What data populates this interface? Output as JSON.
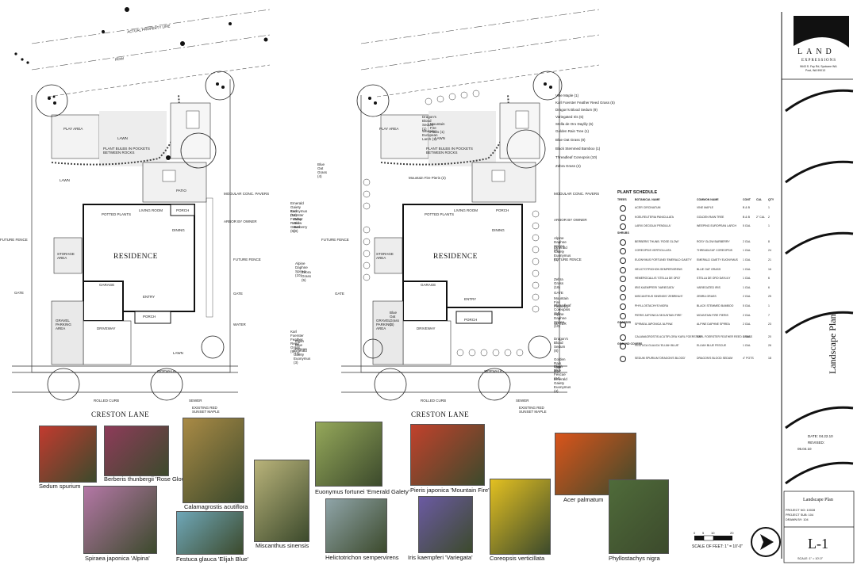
{
  "sheet_title": "Landscape Plan",
  "sheet_number": "L-1",
  "street": "CRESTON LANE",
  "company": {
    "name": "LAND",
    "subname": "EXPRESSIONS",
    "address": "9643 S. Fay Rd, Spokane WA",
    "city": "Post, WA 99013"
  },
  "title_block": {
    "date": "DATE: 04.22.10",
    "revised_label": "REVISED:",
    "revised_date": "05.04.10",
    "plan_title": "Landscape Plan",
    "project_no": "PROJECT NO: 10028",
    "project_sub": "PROJECT SUB: 104",
    "drawn_by": "DRAWN BY: 104",
    "scale": "SCALE: 1\" = 10'-0\""
  },
  "plan_left": {
    "labels": {
      "play_area": "PLAY AREA",
      "lawn1": "LAWN",
      "boulders": "PLANT BULBS IN POCKETS BETWEEN ROCKS",
      "lawn2": "LAWN",
      "patio": "PATIO",
      "potted": "POTTED PLANTS",
      "living": "LIVING ROOM",
      "porch": "PORCH",
      "dining": "DINING",
      "residence": "RESIDENCE",
      "garage": "GARAGE",
      "entry": "ENTRY",
      "storage": "STORAGE AREA",
      "gravel": "GRAVEL PARKING AREA",
      "driveway": "DRIVEWAY",
      "porch2": "PORCH",
      "lawn3": "LAWN",
      "sidewalk": "SIDEWALK",
      "future_fence": "FUTURE FENCE",
      "gate": "GATE",
      "modular": "MODULAR CONC. PAVERS",
      "arbor": "ARBOR BY OWNER",
      "future_fence2": "FUTURE FENCE",
      "gate2": "GATE",
      "water": "WATER",
      "rolled_curb": "ROLLED CURB",
      "sewer": "SEWER",
      "maple": "EXISTING RED SUNSET MAPLE",
      "row": "ROW",
      "setback": "ACTUAL PROPERTY LINE"
    }
  },
  "plan_right": {
    "callouts": [
      "Vine Maple (1)",
      "Karl Foerster Feather Reed Grass (5)",
      "Dragon's Blood Sedum (9)",
      "Variegated Iris (6)",
      "Stella de Oro Daylily (6)",
      "Golden Rain Tree (1)",
      "Blue Oat Grass (8)",
      "Black Stemmed Bamboo (1)",
      "Threadleaf Coreopsis (10)",
      "Zebra Grass (4)"
    ],
    "callouts_left_top": [
      "Dragon's Blood Sedum (1)",
      "Mountain Fire Pieris (1)",
      "Weeping European Larch (1)"
    ],
    "callouts_left": [
      "Blue Oat Grass (4)",
      "Emerald Gaiety Euonymus (12)",
      "Karl Foerster Feather Reed Grass (6)",
      "Rosy Glow Barberry (8)",
      "Alpine Daphne Spirea (10)",
      "Zebra Grass (5)"
    ],
    "callouts_right": [
      "Alpine Daphne Spirea (3)",
      "Emerald Gaiety Euonymus (2)",
      "Zebra Grass (16)",
      "Mountain Fire Pieris (4)",
      "Threadleaf Coreopsis (14)",
      "Alpine Daphne Spirea (10)",
      "Dragon's Blood Sedum (8)",
      "Golden Rain Tree (1)",
      "Elijah Blue Fescue (24)",
      "Emerald Gaiety Euonymus (4)"
    ],
    "callouts_bottom_left": [
      "Karl Foerster Feather Reed Grass (9)",
      "Elijah Blue Fescue (2)",
      "Emerald Gaiety Euonymus (3)",
      "Blue Oat Grass (4)"
    ],
    "mountain_fire": "Mountain Fire Pieris (2)"
  },
  "plant_schedule": {
    "title": "PLANT SCHEDULE",
    "columns": [
      "TREES",
      "BOTANICAL NAME",
      "COMMON NAME",
      "CONT",
      "CAL",
      "QTY"
    ],
    "rows": [
      [
        "ACER CIRCINATUM",
        "VINE MAPLE",
        "B & B",
        "",
        "1"
      ],
      [
        "KOELREUTERIA PANICULATA",
        "GOLDEN RAIN TREE",
        "B & B",
        "2\" CAL",
        "2"
      ],
      [
        "LARIX DECIDUA 'PENDULA'",
        "WEEPING EUROPEAN LARCH",
        "5 GAL",
        "",
        "1"
      ],
      [
        "BERBERIS THUNB. 'ROSE GLOW'",
        "ROSY GLOW BARBERRY",
        "2 GAL",
        "",
        "8"
      ],
      [
        "COREOPSIS VERTICILLATA",
        "THREADLEAF COREOPSIS",
        "1 GAL",
        "",
        "24"
      ],
      [
        "EUONYMUS FORTUNEI 'EMERALD GAIETY'",
        "EMERALD GAIETY EUONYMUS",
        "1 GAL",
        "",
        "21"
      ],
      [
        "HELICTOTRICHON SEMPERVIRENS",
        "BLUE OAT GRASS",
        "1 GAL",
        "",
        "16"
      ],
      [
        "HEMEROCALLIS 'STELLA DE ORO'",
        "STELLA DE ORO DAYLILY",
        "1 GAL",
        "",
        "6"
      ],
      [
        "IRIS KAEMPFERI 'VARIEGATA'",
        "VARIEGATED IRIS",
        "1 GAL",
        "",
        "6"
      ],
      [
        "MISCANTHUS SINENSIS 'ZEBRINUS'",
        "ZEBRA GRASS",
        "2 GAL",
        "",
        "25"
      ],
      [
        "PHYLLOSTACHYS NIGRA",
        "BLACK STEMMED BAMBOO",
        "5 GAL",
        "",
        "1"
      ],
      [
        "PIERIS JAPONICA 'MOUNTAIN FIRE'",
        "MOUNTAIN FIRE PIERIS",
        "2 GAL",
        "",
        "7"
      ],
      [
        "SPIRAEA JAPONICA 'ALPINA'",
        "ALPINE DAPHNE SPIREA",
        "2 GAL",
        "",
        "23"
      ],
      [
        "CALAMAGROSTIS ACUTIFLORA 'KARL FOERSTER'",
        "KARL FOERSTER FEATHER REED GRASS",
        "1 GAL",
        "",
        "20"
      ],
      [
        "FESTUCA GLAUCA 'ELIJAH BLUE'",
        "ELIJAH BLUE FESCUE",
        "1 GAL",
        "",
        "26"
      ],
      [
        "SEDUM SPURIUM 'DRAGON'S BLOOD'",
        "DRAGON'S BLOOD SEDUM",
        "4\" POTS",
        "",
        "18"
      ]
    ],
    "section_labels": [
      "SHRUBS",
      "GRASSES",
      "GROUND COVERS"
    ]
  },
  "photos": [
    {
      "caption": "Sedum spurium",
      "color": "#c23a2f"
    },
    {
      "caption": "Berberis thunbergii 'Rose Glow'",
      "color": "#8e3b5a"
    },
    {
      "caption": "Calamagrostis acutiflora",
      "color": "#a98a45"
    },
    {
      "caption": "Spiraea japonica 'Alpina'",
      "color": "#b477a6"
    },
    {
      "caption": "Festuca glauca 'Elijah Blue'",
      "color": "#6fa7b8"
    },
    {
      "caption": "Miscanthus sinensis",
      "color": "#b9b37a"
    },
    {
      "caption": "Euonymus fortunei 'Emerald Galety'",
      "color": "#95a85a"
    },
    {
      "caption": "Helictotrichon sempervirens",
      "color": "#8fa4a8"
    },
    {
      "caption": "Pieris japonica 'Mountain Fire'",
      "color": "#c2412c"
    },
    {
      "caption": "Iris kaempferi 'Variegata'",
      "color": "#6b5aa3"
    },
    {
      "caption": "Coreopsis verticillata",
      "color": "#e3c021"
    },
    {
      "caption": "Acer palmatum",
      "color": "#d9541b"
    },
    {
      "caption": "Phyllostachys nigra",
      "color": "#4f6b3a"
    }
  ],
  "scale_bar": {
    "label": "SCALE OF FEET:  1\" = 10'-0\"",
    "ticks": [
      "0",
      "5",
      "10",
      "20"
    ]
  },
  "colors": {
    "ink": "#111111",
    "hatch": "#bfbfbf",
    "lawn": "#eeeeee"
  }
}
